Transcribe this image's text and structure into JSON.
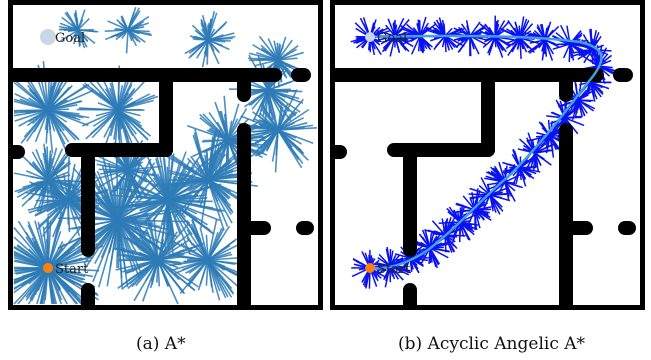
{
  "colors": {
    "wall": "#000000",
    "background": "#ffffff",
    "tree_astar": "#2e7bb6",
    "tree_acyclic": "#0a12f0",
    "path": "#3fa1e0",
    "start": "#ff7f0e",
    "goal": "#c9d6e6"
  },
  "panels": [
    {
      "id": "a",
      "caption": "(a) A*",
      "start_label": "Start",
      "goal_label": "Goal"
    },
    {
      "id": "b",
      "caption": "(b) Acyclic Angelic A*",
      "start_label": "Start",
      "goal_label": "Goal"
    }
  ]
}
